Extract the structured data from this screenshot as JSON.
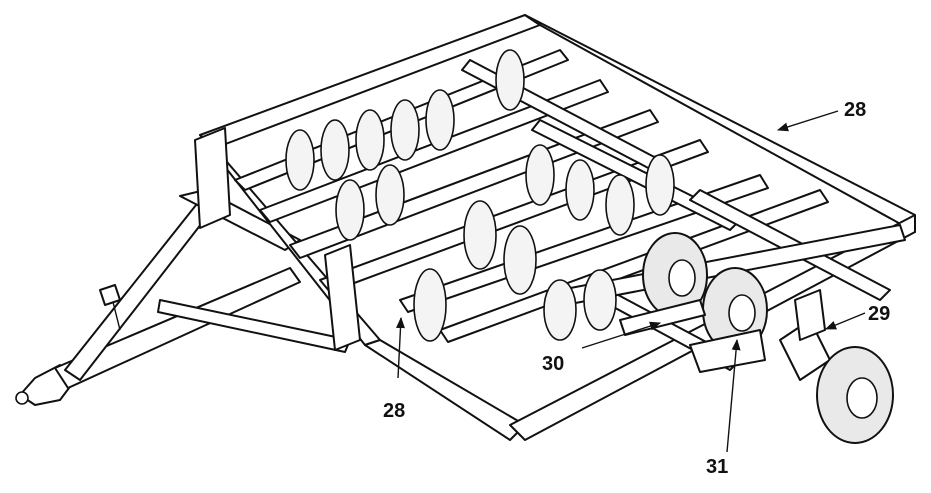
{
  "callouts": {
    "c28_top": "28",
    "c28_bottom": "28",
    "c29": "29",
    "c30": "30",
    "c31": "31"
  }
}
